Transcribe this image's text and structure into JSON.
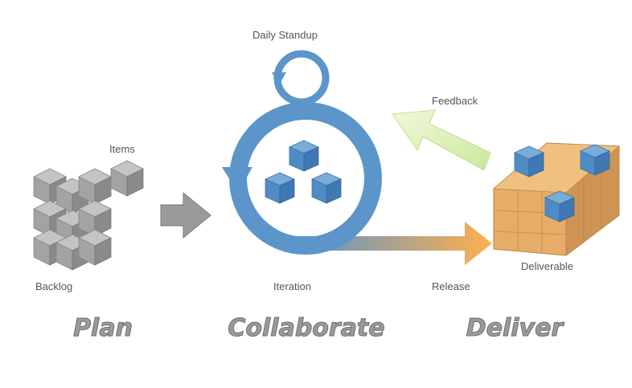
{
  "labels": {
    "backlog": "Backlog",
    "items": "Items",
    "iteration": "Iteration",
    "daily_standup": "Daily Standup",
    "feedback": "Feedback",
    "release": "Release",
    "deliverable": "Deliverable"
  },
  "phases": {
    "plan": "Plan",
    "collaborate": "Collaborate",
    "deliver": "Deliver"
  },
  "colors": {
    "cycle_blue": "#5b95c9",
    "cube_blue": "#4f8cc6",
    "cube_orange": "#e7ad68",
    "cube_gray": "#a3a3a3",
    "arrow_gray": "#9a9a9a",
    "feedback_green": "#dcf0b0",
    "release_orange": "#ffb04e"
  }
}
